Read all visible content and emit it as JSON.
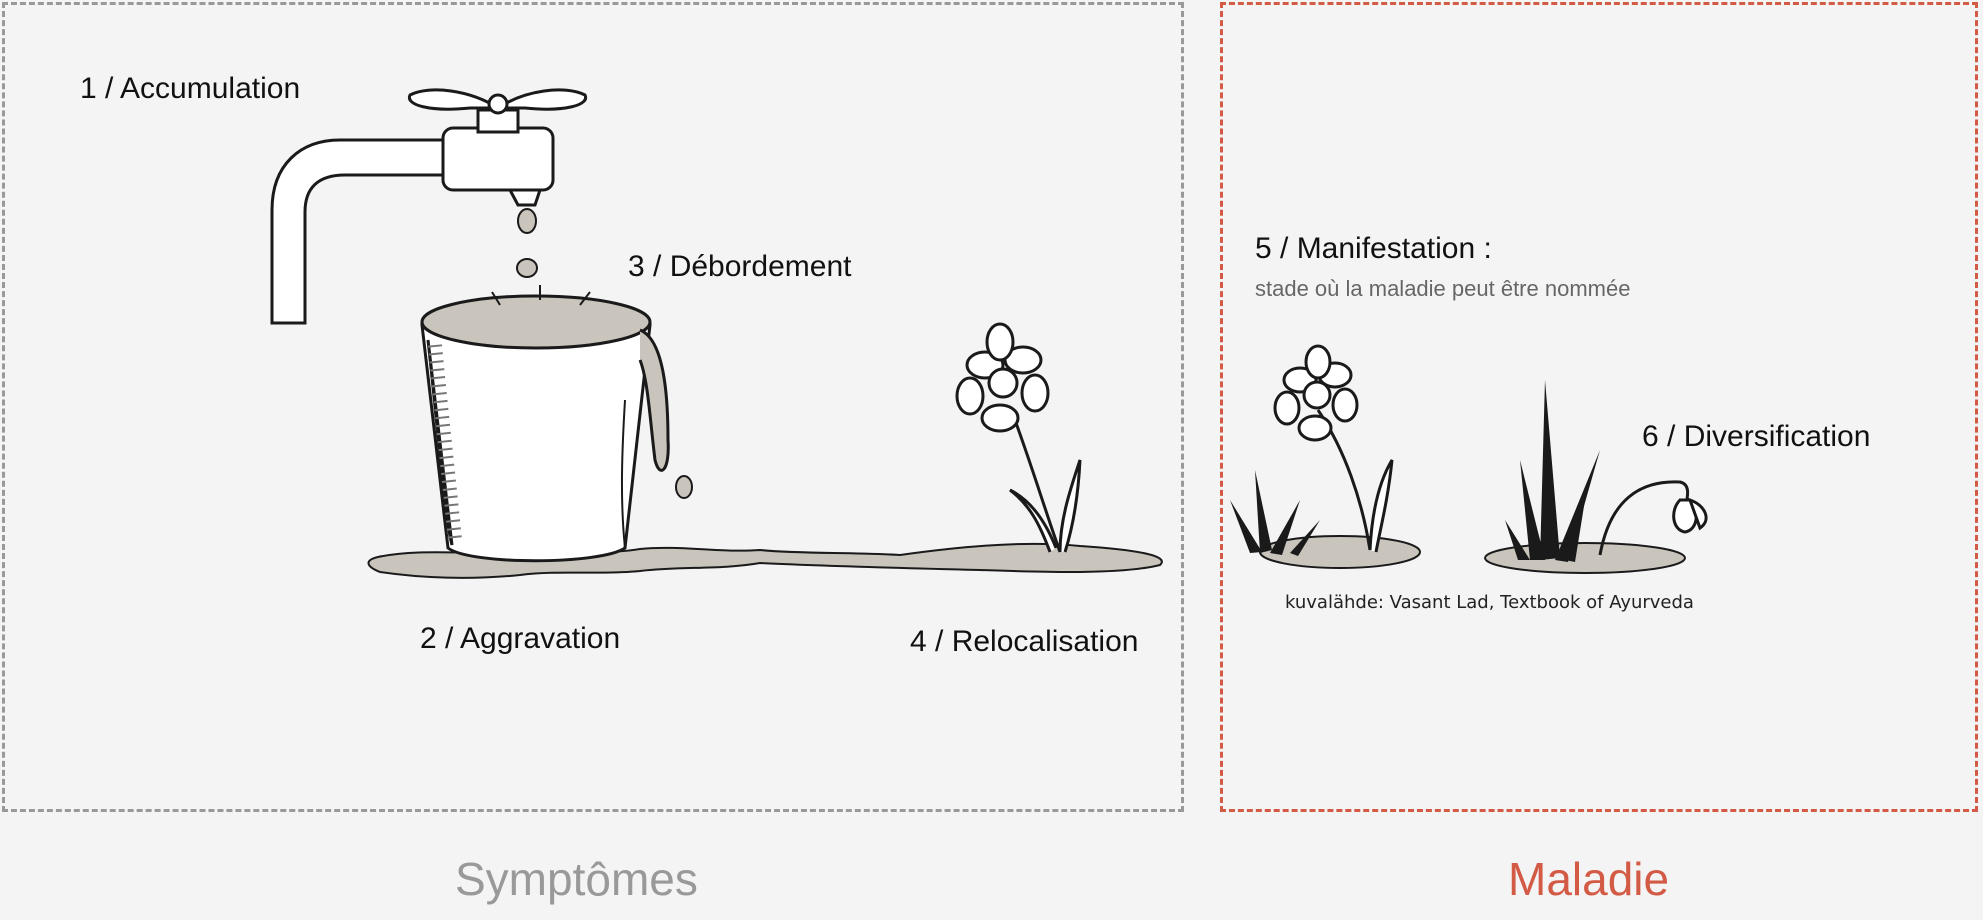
{
  "sections": {
    "symptomes": {
      "label": "Symptômes",
      "color": "#999999"
    },
    "maladie": {
      "label": "Maladie",
      "color": "#d35a45"
    }
  },
  "stages": {
    "s1": "1 / Accumulation",
    "s2": "2 / Aggravation",
    "s3": "3 / Débordement",
    "s4": "4 / Relocalisation",
    "s5": "5 / Manifestation :",
    "s5_sub": "stade où la maladie peut être nommée",
    "s6": "6 / Diversification"
  },
  "credit": "kuvalähde: Vasant Lad, Textbook of Ayurveda",
  "illustration": {
    "ink": "#1a1a1a",
    "puddle": "#c9c4bc",
    "paper": "#ffffff",
    "icons": [
      "tap-icon",
      "water-drop-icon",
      "overflowing-pot-icon",
      "puddle-icon",
      "daisy-icon",
      "grass-tuft-icon",
      "drooping-flower-icon"
    ]
  }
}
